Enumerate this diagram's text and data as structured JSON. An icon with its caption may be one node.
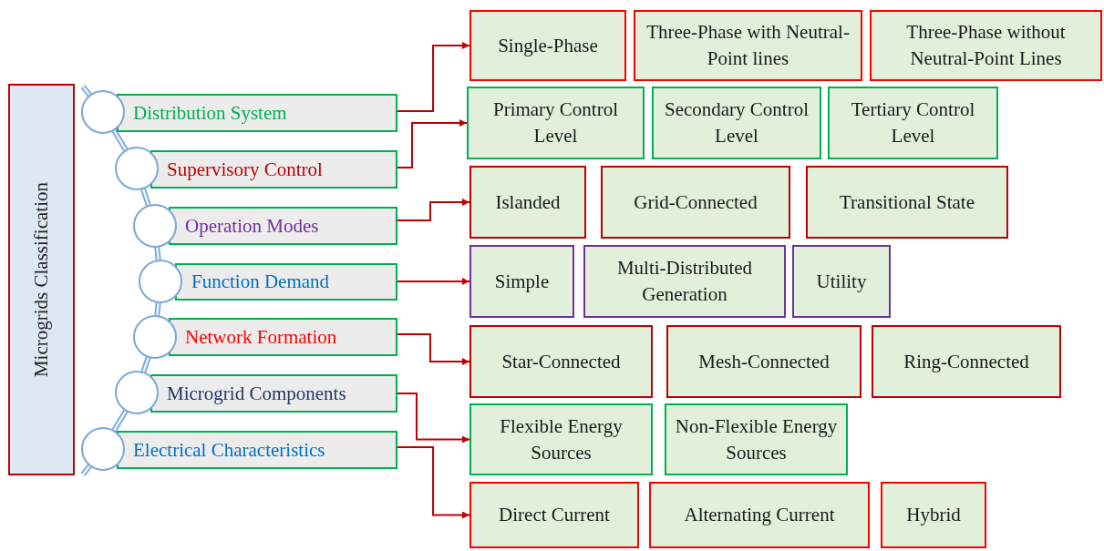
{
  "diagram": {
    "nodes": [
      {
        "text": [
          "Microgrids Classification"
        ]
      },
      {
        "text": [
          "Distribution System"
        ]
      },
      {
        "text": [
          "Supervisory Control"
        ]
      },
      {
        "text": [
          "Operation Modes"
        ]
      },
      {
        "text": [
          "Function Demand"
        ]
      },
      {
        "text": [
          "Network Formation"
        ]
      },
      {
        "text": [
          "Microgrid Components"
        ]
      },
      {
        "text": [
          "Electrical Characteristics"
        ]
      },
      {
        "text": [
          "Single-Phase"
        ]
      },
      {
        "text": [
          "Three-Phase with Neutral-Point lines"
        ]
      },
      {
        "text": [
          "Three-Phase without Neutral-Point Lines"
        ]
      },
      {
        "text": [
          "Primary Control Level"
        ]
      },
      {
        "text": [
          "Secondary Control Level"
        ]
      },
      {
        "text": [
          "Tertiary Control Level"
        ]
      },
      {
        "text": [
          "Islanded"
        ]
      },
      {
        "text": [
          "Grid-Connected"
        ]
      },
      {
        "text": [
          "Transitional State"
        ]
      },
      {
        "text": [
          "Simple"
        ]
      },
      {
        "text": [
          "Multi-Distributed Generation"
        ]
      },
      {
        "text": [
          "Utility"
        ]
      },
      {
        "text": [
          "Star-Connected"
        ]
      },
      {
        "text": [
          "Mesh-Connected"
        ]
      },
      {
        "text": [
          "Ring-Connected"
        ]
      },
      {
        "text": [
          "Flexible Energy Sources"
        ]
      },
      {
        "text": [
          "Non-Flexible Energy Sources"
        ]
      },
      {
        "text": [
          "Direct Current"
        ]
      },
      {
        "text": [
          "Alternating Current"
        ]
      },
      {
        "text": [
          "Hybrid"
        ]
      }
    ],
    "edges": [
      {
        "from": 1,
        "to": 8,
        "arrow": "to"
      },
      {
        "from": 2,
        "to": 11,
        "arrow": "to"
      },
      {
        "from": 3,
        "to": 14,
        "arrow": "to"
      },
      {
        "from": 4,
        "to": 17,
        "arrow": "to"
      },
      {
        "from": 5,
        "to": 20,
        "arrow": "to"
      },
      {
        "from": 6,
        "to": 23,
        "arrow": "to"
      },
      {
        "from": 7,
        "to": 25,
        "arrow": "to"
      }
    ]
  }
}
